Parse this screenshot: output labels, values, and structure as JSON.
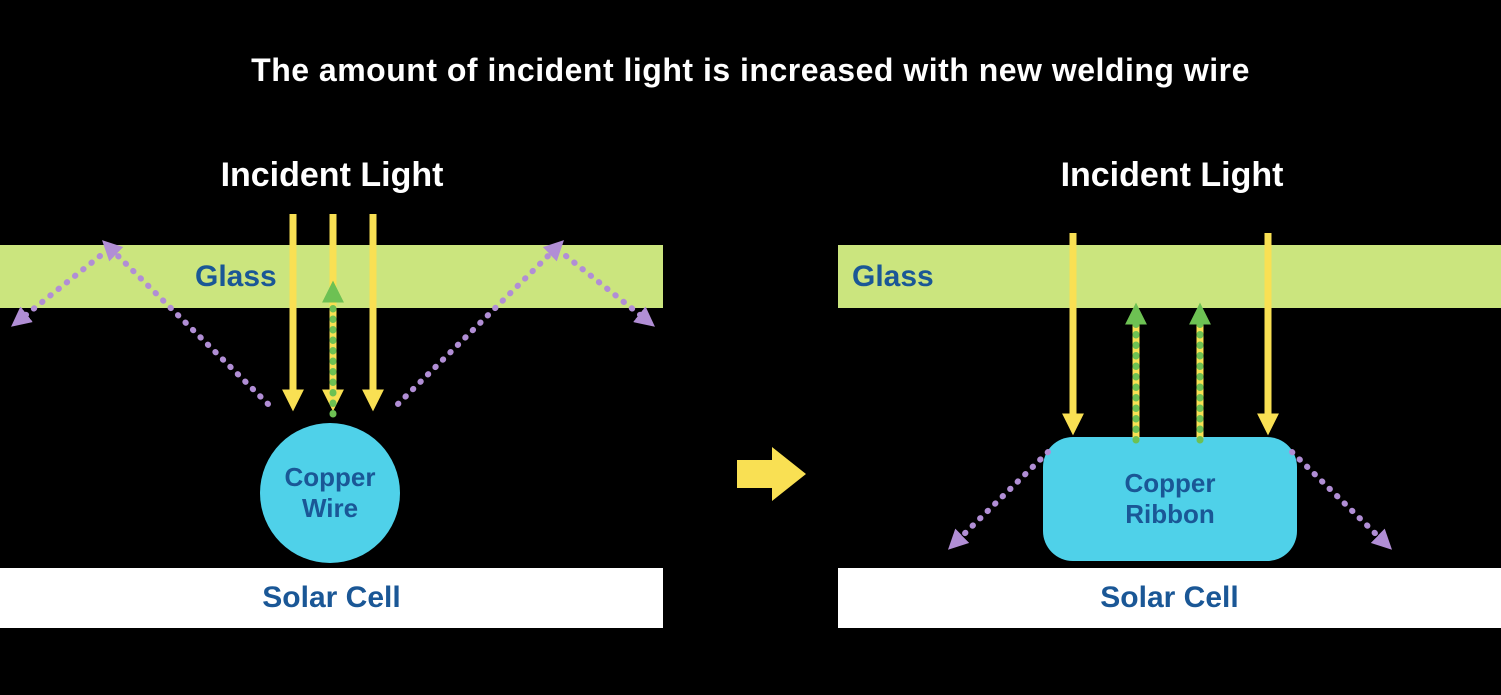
{
  "title": "The amount of incident light is increased with new welding wire",
  "colors": {
    "background": "#000000",
    "title_text": "#ffffff",
    "glass_fill": "#cbe57e",
    "label_blue": "#1a5796",
    "incident_light_yellow": "#f9e053",
    "reflected_light_green": "#6dc153",
    "lost_light_purple": "#b18ed5",
    "copper_cyan": "#4fd1e9",
    "solar_cell_white": "#ffffff"
  },
  "left_panel": {
    "incident_light_label": "Incident Light",
    "glass_label": "Glass",
    "copper_label": "Copper Wire",
    "solar_cell_label": "Solar Cell"
  },
  "right_panel": {
    "incident_light_label": "Incident Light",
    "glass_label": "Glass",
    "copper_label": "Copper Ribbon",
    "solar_cell_label": "Solar Cell"
  }
}
